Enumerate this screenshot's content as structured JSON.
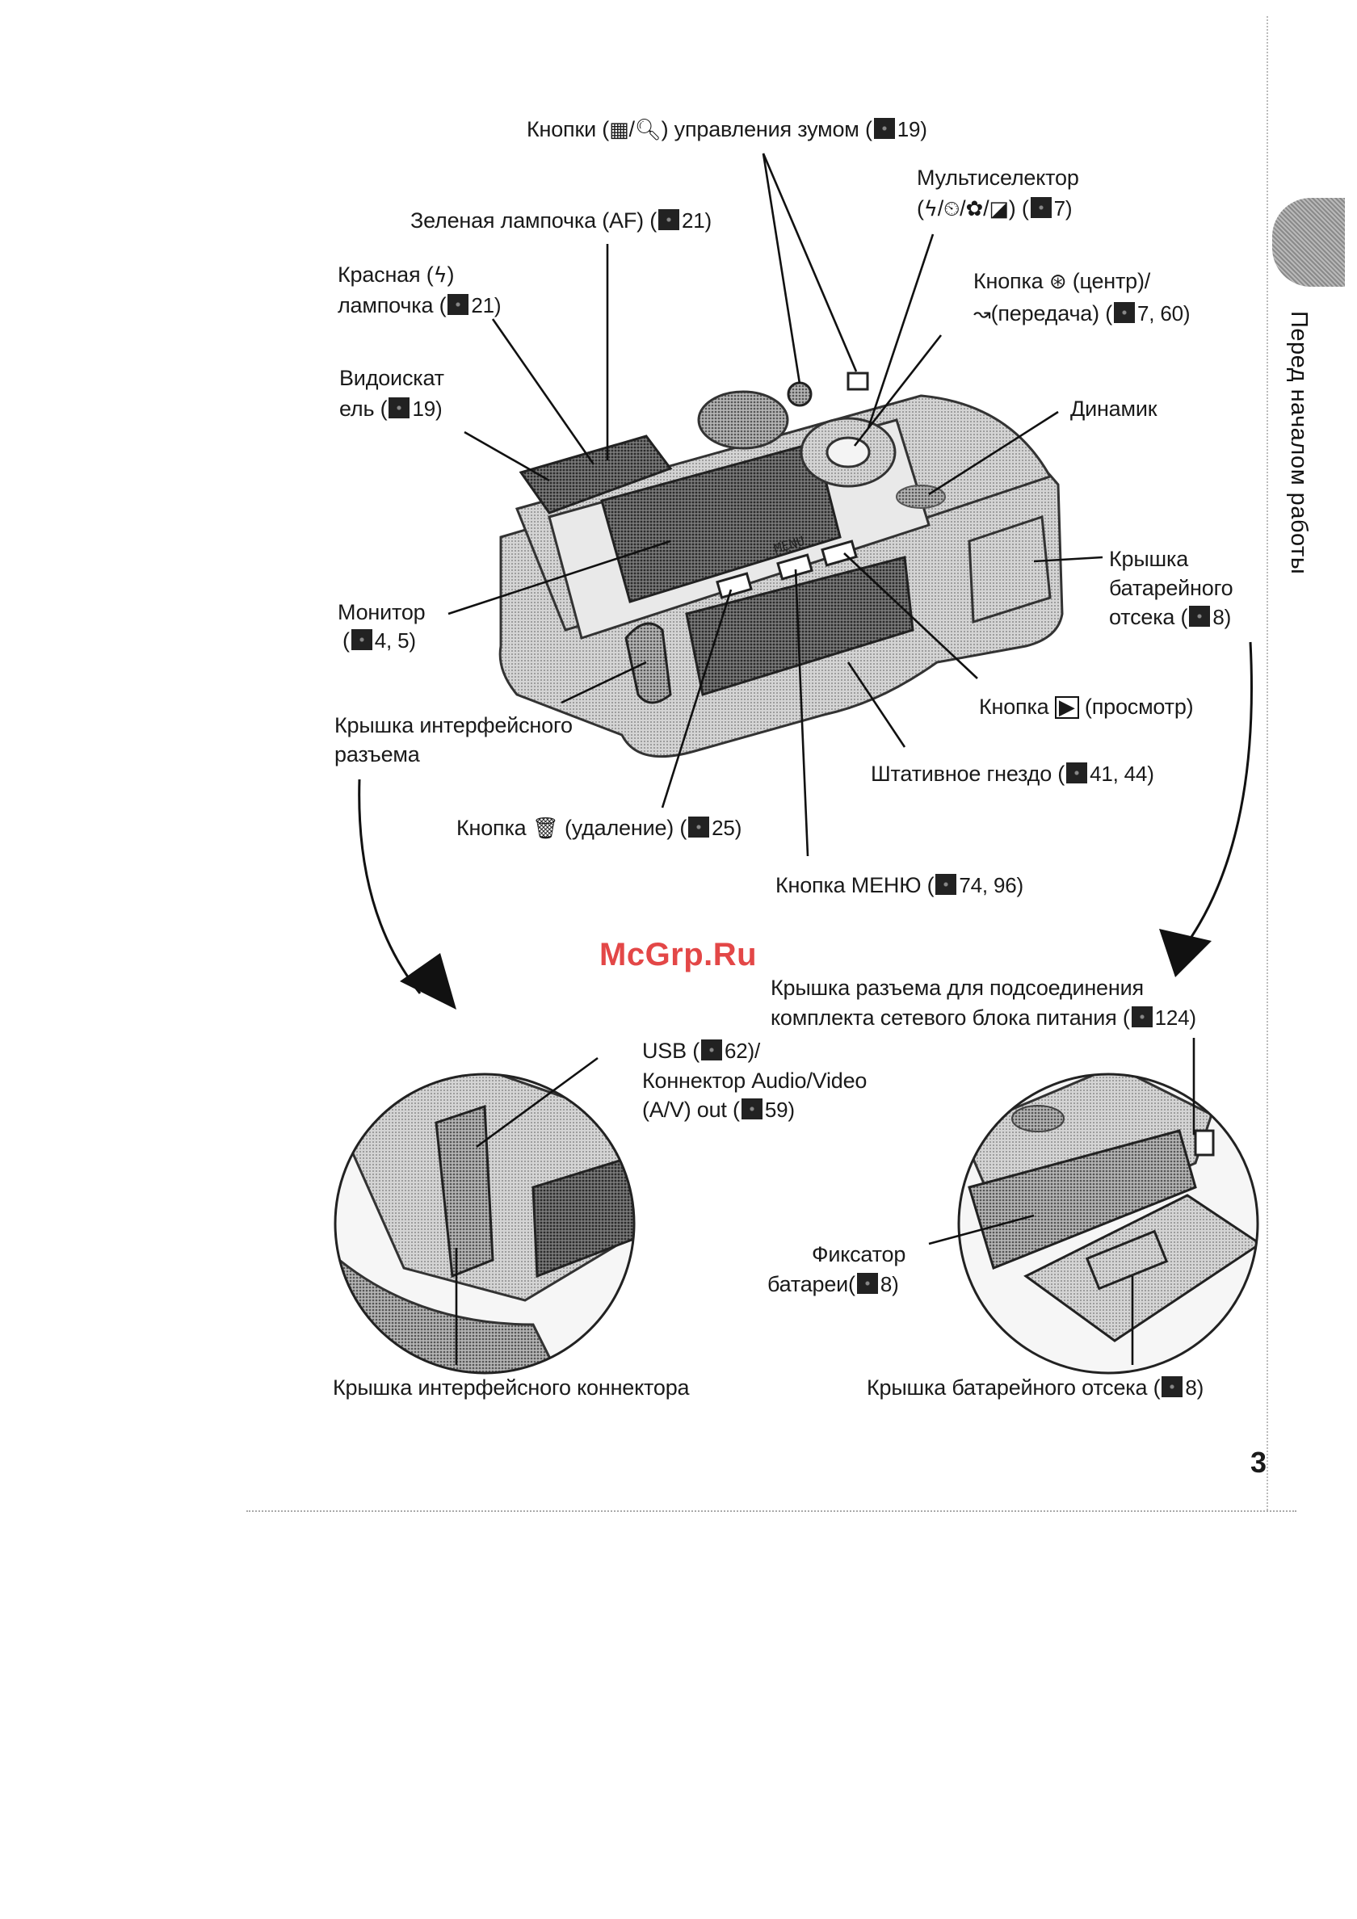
{
  "side_tab": {
    "label": "Перед началом работы"
  },
  "page_number": "3",
  "watermark": "McGrp.Ru",
  "labels": {
    "zoom": {
      "pre": "Кнопки (",
      "mid": "/",
      "post": ") управления зумом (",
      "ref": "19)"
    },
    "multiselector": {
      "line1": "Мультиселектор",
      "line2_pre": "(",
      "line2_sep1": "/",
      "line2_sep2": "/",
      "line2_sep3": "/",
      "line2_post": ") (",
      "ref": "7)"
    },
    "green_lamp": {
      "text": "Зеленая лампочка (AF) (",
      "ref": "21)"
    },
    "red_lamp": {
      "line1_pre": "Красная (",
      "line1_post": ")",
      "line2": "лампочка (",
      "ref": "21)"
    },
    "center_button": {
      "line1_pre": "Кнопка",
      "line1_post": "(центр)/",
      "line2": "(передача) (",
      "ref": "7, 60)"
    },
    "viewfinder": {
      "line1": "Видоискат",
      "line2": "ель (",
      "ref": "19)"
    },
    "speaker": {
      "text": "Динамик"
    },
    "battery_cover_top": {
      "line1": "Крышка",
      "line2": "батарейного",
      "line3": "отсека (",
      "ref": "8)"
    },
    "monitor": {
      "line1": "Монитор",
      "line2": "(",
      "ref": "4, 5)"
    },
    "play_button": {
      "pre": "Кнопка",
      "post": "(просмотр)"
    },
    "interface_cover": {
      "line1": "Крышка интерфейсного",
      "line2": "разъема"
    },
    "tripod": {
      "text": "Штативное гнездо (",
      "ref": "41, 44)"
    },
    "delete_button": {
      "pre": "Кнопка",
      "post": "(удаление) (",
      "ref": "25)"
    },
    "menu_button": {
      "text": "Кнопка МЕНЮ (",
      "ref": "74, 96)"
    },
    "power_adapter": {
      "line1": "Крышка разъема для подсоединения",
      "line2": "комплекта сетевого блока питания (",
      "ref": "124)"
    },
    "usb": {
      "line1": "USB (",
      "line1_ref": "62)/",
      "line2": "Коннектор Audio/Video",
      "line3": "(A/V) out (",
      "line3_ref": "59)"
    },
    "battery_latch": {
      "line1": "Фиксатор",
      "line2": "батареи(",
      "ref": "8)"
    },
    "interface_connector_cover": {
      "text": "Крышка интерфейсного коннектора"
    },
    "battery_cover_bottom": {
      "text": "Крышка батарейного отсека (",
      "ref": "8)"
    }
  },
  "camera_marks": {
    "menu": "MENU"
  }
}
